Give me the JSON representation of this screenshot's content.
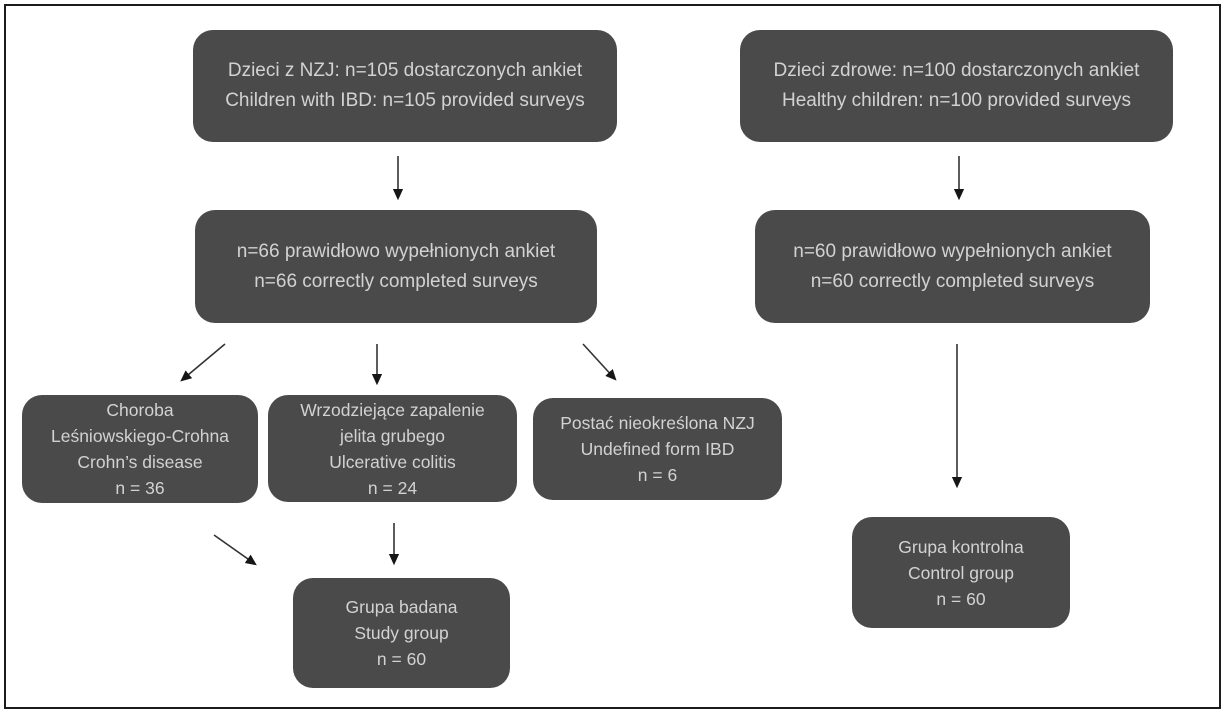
{
  "figure": {
    "background": "#ffffff",
    "frame_color": "#1c1c1c",
    "node_fill": "#4a4a4a",
    "node_text_color": "#d2d2d2",
    "arrow_color": "#333333",
    "arrowhead_color": "#161616"
  },
  "nodes": [
    {
      "id": "children-ibd",
      "lines": [
        "Dzieci z NZJ: n=105 dostarczonych ankiet",
        "Children with IBD: n=105 provided surveys"
      ]
    },
    {
      "id": "healthy-children",
      "lines": [
        "Dzieci zdrowe: n=100 dostarczonych ankiet",
        "Healthy children: n=100 provided surveys"
      ]
    },
    {
      "id": "ibd-completed",
      "lines": [
        "n=66 prawidłowo wypełnionych ankiet",
        "n=66 correctly completed surveys"
      ]
    },
    {
      "id": "healthy-completed",
      "lines": [
        "n=60 prawidłowo wypełnionych ankiet",
        "n=60 correctly completed surveys"
      ]
    },
    {
      "id": "crohns-disease",
      "lines": [
        "Choroba",
        "Leśniowskiego-Crohna",
        "Crohn’s disease",
        "n = 36"
      ]
    },
    {
      "id": "ulcerative-colitis",
      "lines": [
        "Wrzodziejące zapalenie",
        "jelita grubego",
        "Ulcerative colitis",
        "n = 24"
      ]
    },
    {
      "id": "undefined-ibd",
      "lines": [
        "Postać nieokreślona NZJ",
        "Undefined form IBD",
        "n = 6"
      ]
    },
    {
      "id": "study-group",
      "lines": [
        "Grupa badana",
        "Study group",
        "n = 60"
      ]
    },
    {
      "id": "control-group",
      "lines": [
        "Grupa kontrolna",
        "Control group",
        "n = 60"
      ]
    }
  ],
  "edges": [
    {
      "from": "children-ibd",
      "to": "ibd-completed"
    },
    {
      "from": "healthy-children",
      "to": "healthy-completed"
    },
    {
      "from": "ibd-completed",
      "to": "crohns-disease"
    },
    {
      "from": "ibd-completed",
      "to": "ulcerative-colitis"
    },
    {
      "from": "ibd-completed",
      "to": "undefined-ibd"
    },
    {
      "from": "crohns-disease",
      "to": "study-group"
    },
    {
      "from": "ulcerative-colitis",
      "to": "study-group"
    },
    {
      "from": "healthy-completed",
      "to": "control-group"
    }
  ]
}
